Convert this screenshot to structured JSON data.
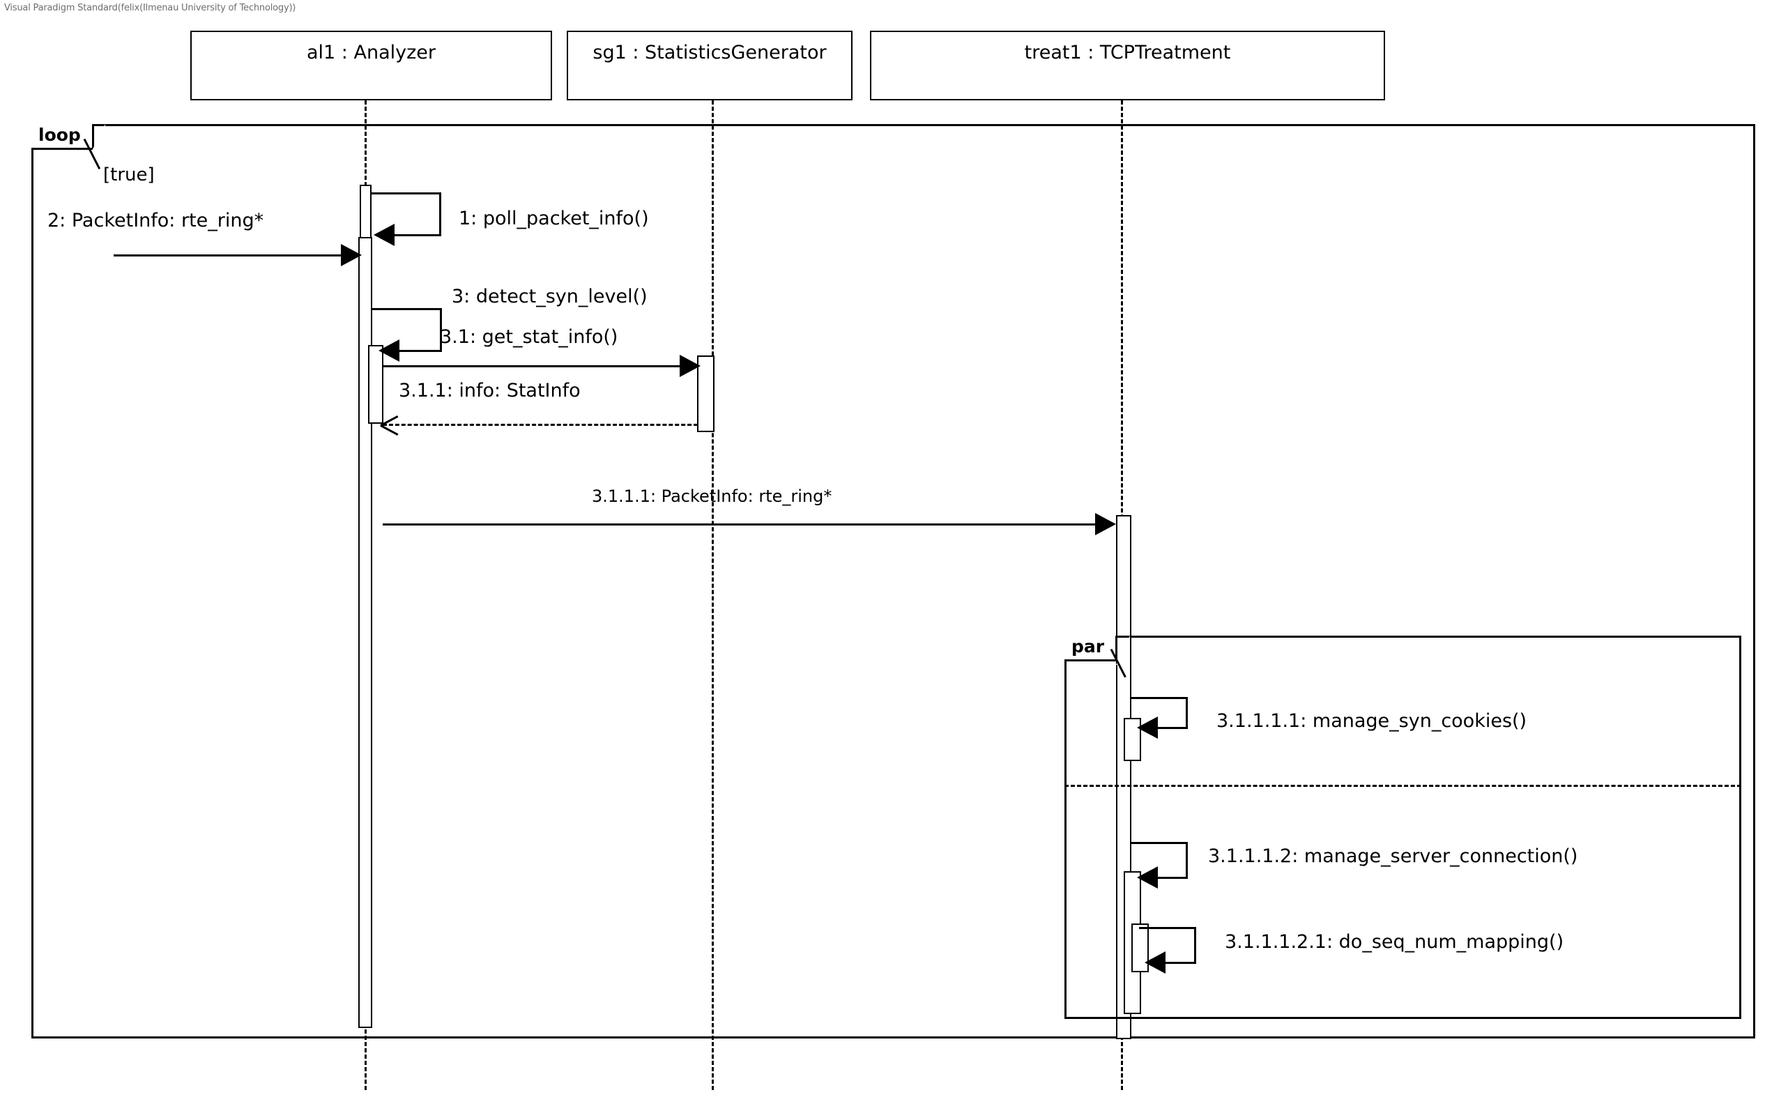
{
  "watermark": "Visual Paradigm Standard(felix(Ilmenau University of Technology))",
  "diagram": {
    "type": "uml-sequence-diagram",
    "lifelines": [
      {
        "id": "al1",
        "label": "al1 : Analyzer"
      },
      {
        "id": "sg1",
        "label": "sg1 : StatisticsGenerator"
      },
      {
        "id": "treat1",
        "label": "treat1 : TCPTreatment"
      }
    ],
    "fragments": [
      {
        "id": "loop",
        "operator": "loop",
        "guard": "[true]"
      },
      {
        "id": "par",
        "operator": "par",
        "guard": ""
      }
    ],
    "messages": [
      {
        "seq": "1",
        "label": "1: poll_packet_info()",
        "kind": "self",
        "from": "al1",
        "to": "al1"
      },
      {
        "seq": "2",
        "label": "2: PacketInfo: rte_ring*",
        "kind": "found",
        "from": "",
        "to": "al1"
      },
      {
        "seq": "3",
        "label": "3: detect_syn_level()",
        "kind": "self",
        "from": "al1",
        "to": "al1"
      },
      {
        "seq": "3.1",
        "label": "3.1: get_stat_info()",
        "kind": "sync",
        "from": "al1",
        "to": "sg1"
      },
      {
        "seq": "3.1.1",
        "label": "3.1.1: info: StatInfo",
        "kind": "return",
        "from": "sg1",
        "to": "al1"
      },
      {
        "seq": "3.1.1.1",
        "label": "3.1.1.1: PacketInfo: rte_ring*",
        "kind": "sync",
        "from": "al1",
        "to": "treat1"
      },
      {
        "seq": "3.1.1.1.1",
        "label": "3.1.1.1.1: manage_syn_cookies()",
        "kind": "self",
        "from": "treat1",
        "to": "treat1"
      },
      {
        "seq": "3.1.1.1.2",
        "label": "3.1.1.1.2: manage_server_connection()",
        "kind": "self",
        "from": "treat1",
        "to": "treat1"
      },
      {
        "seq": "3.1.1.1.2.1",
        "label": "3.1.1.1.2.1: do_seq_num_mapping()",
        "kind": "self",
        "from": "treat1",
        "to": "treat1"
      }
    ]
  }
}
